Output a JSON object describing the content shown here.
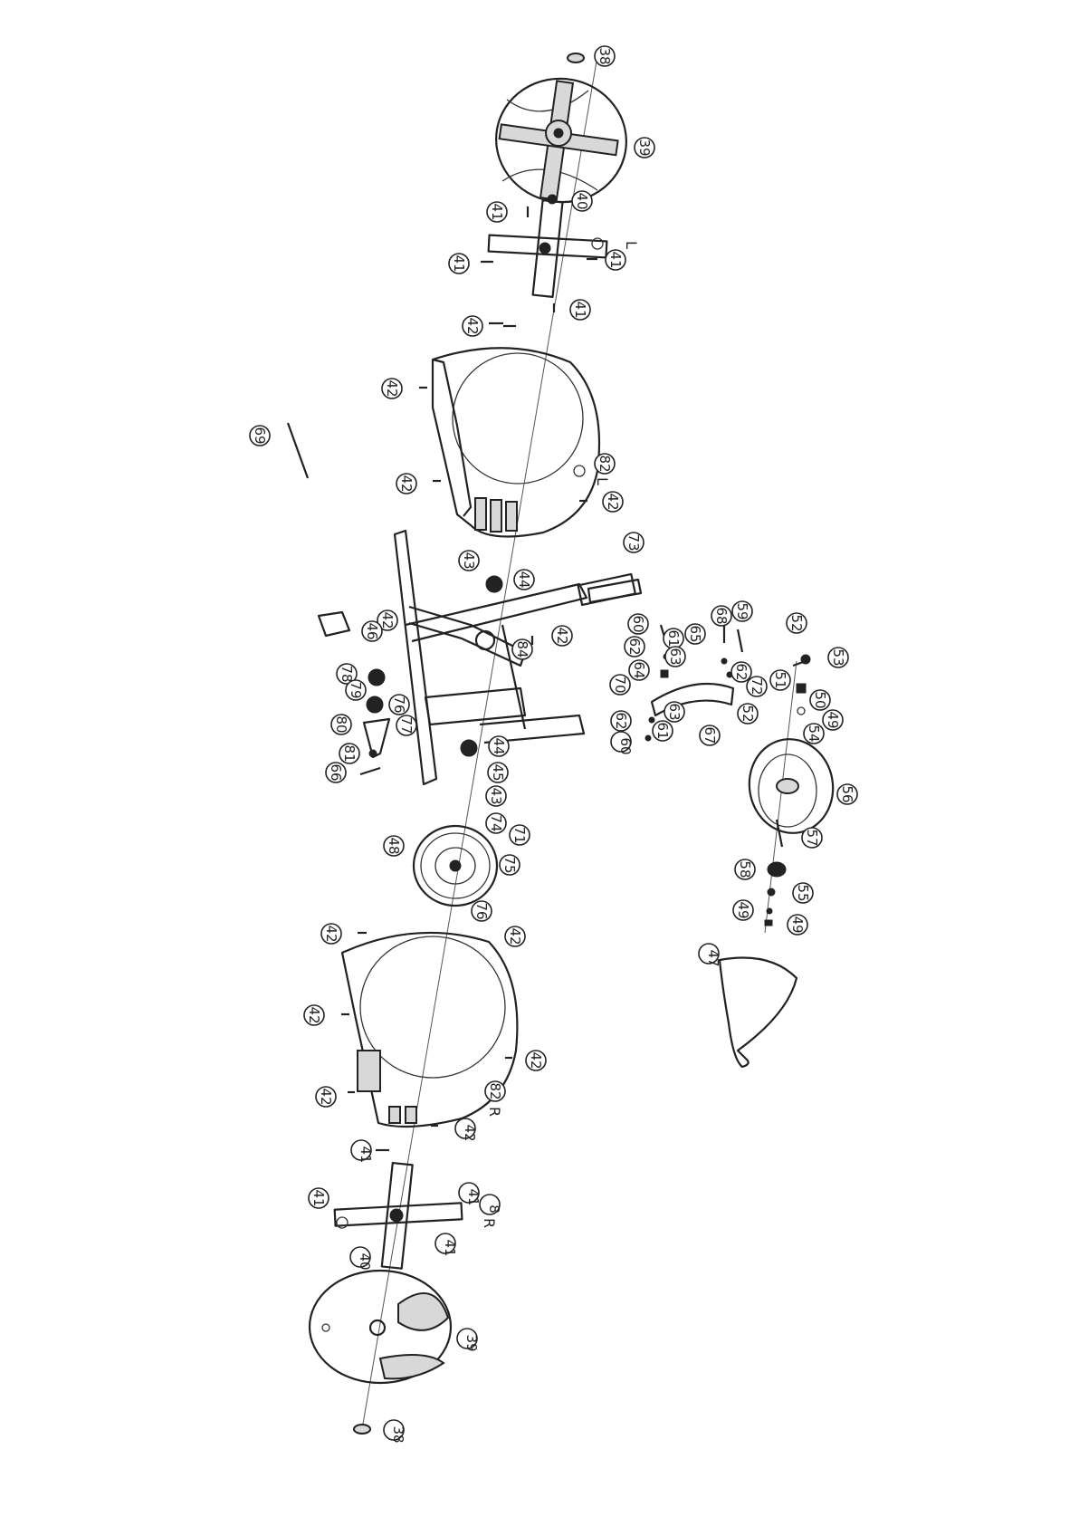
{
  "callouts": [
    {
      "n": "38"
    },
    {
      "n": "39"
    },
    {
      "n": "40"
    },
    {
      "n": "41"
    },
    {
      "n": "41"
    },
    {
      "n": "41"
    },
    {
      "n": "41"
    },
    {
      "n": "42"
    },
    {
      "n": "42"
    },
    {
      "n": "42"
    },
    {
      "n": "82"
    },
    {
      "n": "42"
    },
    {
      "n": "69"
    },
    {
      "n": "43"
    },
    {
      "n": "44"
    },
    {
      "n": "73"
    },
    {
      "n": "42"
    },
    {
      "n": "46"
    },
    {
      "n": "84"
    },
    {
      "n": "42"
    },
    {
      "n": "78"
    },
    {
      "n": "79"
    },
    {
      "n": "76"
    },
    {
      "n": "77"
    },
    {
      "n": "80"
    },
    {
      "n": "81"
    },
    {
      "n": "66"
    },
    {
      "n": "44"
    },
    {
      "n": "45"
    },
    {
      "n": "43"
    },
    {
      "n": "74"
    },
    {
      "n": "71"
    },
    {
      "n": "48"
    },
    {
      "n": "75"
    },
    {
      "n": "76"
    },
    {
      "n": "60"
    },
    {
      "n": "61"
    },
    {
      "n": "62"
    },
    {
      "n": "65"
    },
    {
      "n": "63"
    },
    {
      "n": "64"
    },
    {
      "n": "70"
    },
    {
      "n": "62"
    },
    {
      "n": "60"
    },
    {
      "n": "61"
    },
    {
      "n": "63"
    },
    {
      "n": "68"
    },
    {
      "n": "59"
    },
    {
      "n": "62"
    },
    {
      "n": "72"
    },
    {
      "n": "52"
    },
    {
      "n": "67"
    },
    {
      "n": "52"
    },
    {
      "n": "53"
    },
    {
      "n": "51"
    },
    {
      "n": "50"
    },
    {
      "n": "49"
    },
    {
      "n": "54"
    },
    {
      "n": "56"
    },
    {
      "n": "57"
    },
    {
      "n": "58"
    },
    {
      "n": "55"
    },
    {
      "n": "49"
    },
    {
      "n": "49"
    },
    {
      "n": "47"
    },
    {
      "n": "42"
    },
    {
      "n": "42"
    },
    {
      "n": "42"
    },
    {
      "n": "42"
    },
    {
      "n": "42"
    },
    {
      "n": "82"
    },
    {
      "n": "42"
    },
    {
      "n": "41"
    },
    {
      "n": "41"
    },
    {
      "n": "41"
    },
    {
      "n": "8"
    },
    {
      "n": "41"
    },
    {
      "n": "40"
    },
    {
      "n": "39"
    },
    {
      "n": "38"
    }
  ],
  "side_marks": [
    {
      "text": "L"
    },
    {
      "text": "L"
    },
    {
      "text": "R"
    },
    {
      "text": "R"
    }
  ]
}
